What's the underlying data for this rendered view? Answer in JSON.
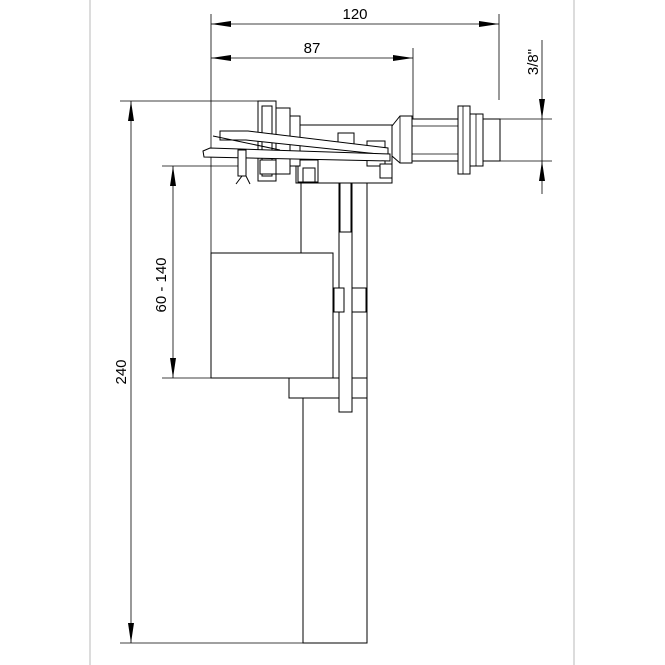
{
  "dimensions": {
    "overall_width": "120",
    "inlet_offset": "87",
    "thread_size": "3/8\"",
    "height_adjust": "60 - 140",
    "overall_height": "240"
  }
}
